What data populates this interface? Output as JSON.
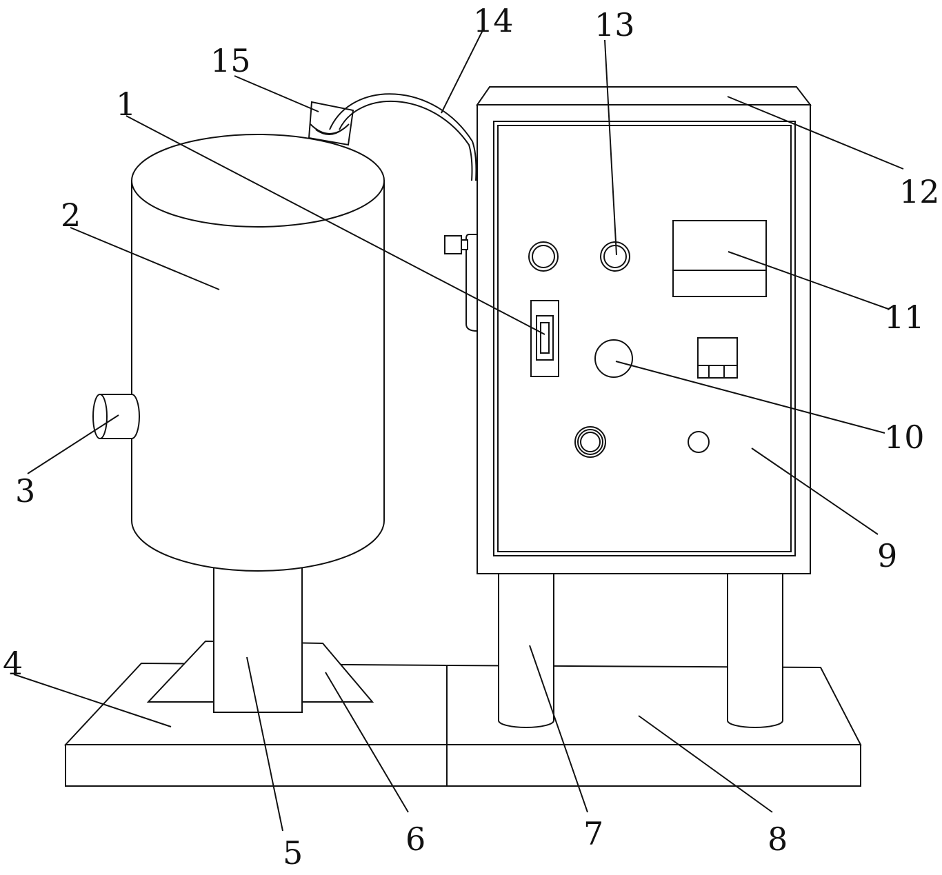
{
  "diagram": {
    "line_color": "#111111",
    "background": "#ffffff",
    "labels": {
      "l1": "1",
      "l2": "2",
      "l3": "3",
      "l4": "4",
      "l5": "5",
      "l6": "6",
      "l7": "7",
      "l8": "8",
      "l9": "9",
      "l10": "10",
      "l11": "11",
      "l12": "12",
      "l13": "13",
      "l14": "14",
      "l15": "15"
    }
  }
}
